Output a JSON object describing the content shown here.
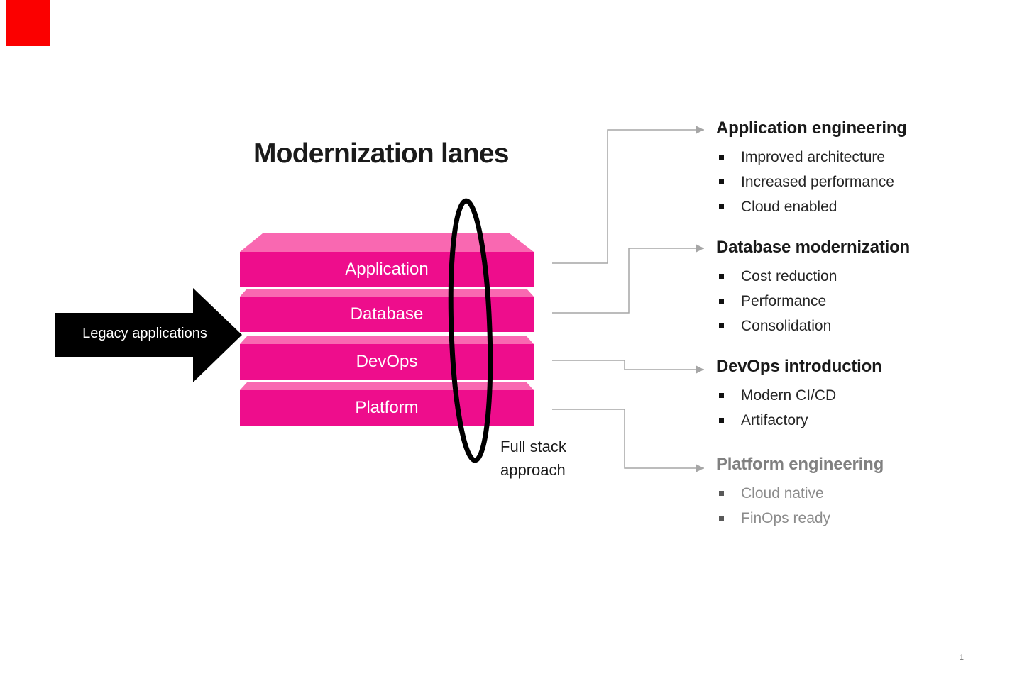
{
  "slide": {
    "title": "Modernization lanes",
    "page_number": "1"
  },
  "legacy_arrow": {
    "label": "Legacy applications"
  },
  "stack": {
    "layers": [
      {
        "label": "Application"
      },
      {
        "label": "Database"
      },
      {
        "label": "DevOps"
      },
      {
        "label": "Platform"
      }
    ]
  },
  "full_stack_note": {
    "line1": "Full stack",
    "line2": "approach"
  },
  "sections": [
    {
      "title": "Application engineering",
      "items": [
        "Improved architecture",
        "Increased performance",
        "Cloud enabled"
      ]
    },
    {
      "title": "Database modernization",
      "items": [
        "Cost reduction",
        "Performance",
        "Consolidation"
      ]
    },
    {
      "title": "DevOps introduction",
      "items": [
        "Modern CI/CD",
        "Artifactory"
      ]
    },
    {
      "title": "Platform engineering",
      "items": [
        "Cloud native",
        "FinOps ready"
      ]
    }
  ],
  "colors": {
    "magenta": "#EE0D8C",
    "magenta_light": "#F968B1",
    "brand_red": "#FB0000",
    "connector": "#A6A6A6",
    "ink": "#1A1A1A",
    "muted": "#808080"
  }
}
